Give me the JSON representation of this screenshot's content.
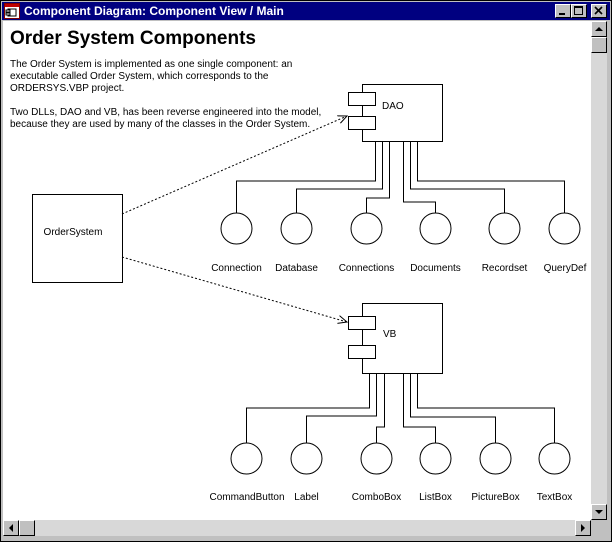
{
  "window": {
    "title": "Component Diagram: Component View / Main",
    "colors": {
      "titlebar": "#000080",
      "frame": "#c0c0c0",
      "canvas": "#ffffff"
    },
    "buttons": {
      "minimize": "minimize-icon",
      "maximize": "maximize-icon",
      "close": "close-icon"
    }
  },
  "note": {
    "heading": "Order System Components",
    "paragraph1": "The Order System is implemented as one single component: an executable called Order System, which corresponds to the ORDERSYS.VBP project.",
    "paragraph2": "Two DLLs, DAO and VB, has been reverse engineered into the model, because they are used by many of the classes in the Order System."
  },
  "diagram": {
    "main_component": "OrderSystem",
    "components": [
      {
        "name": "DAO",
        "interfaces": [
          "Connection",
          "Database",
          "Connections",
          "Documents",
          "Recordset",
          "QueryDef"
        ]
      },
      {
        "name": "VB",
        "interfaces": [
          "CommandButton",
          "Label",
          "ComboBox",
          "ListBox",
          "PictureBox",
          "TextBox"
        ]
      }
    ]
  },
  "scrollbars": {
    "vertical": "vertical-scrollbar",
    "horizontal": "horizontal-scrollbar"
  }
}
